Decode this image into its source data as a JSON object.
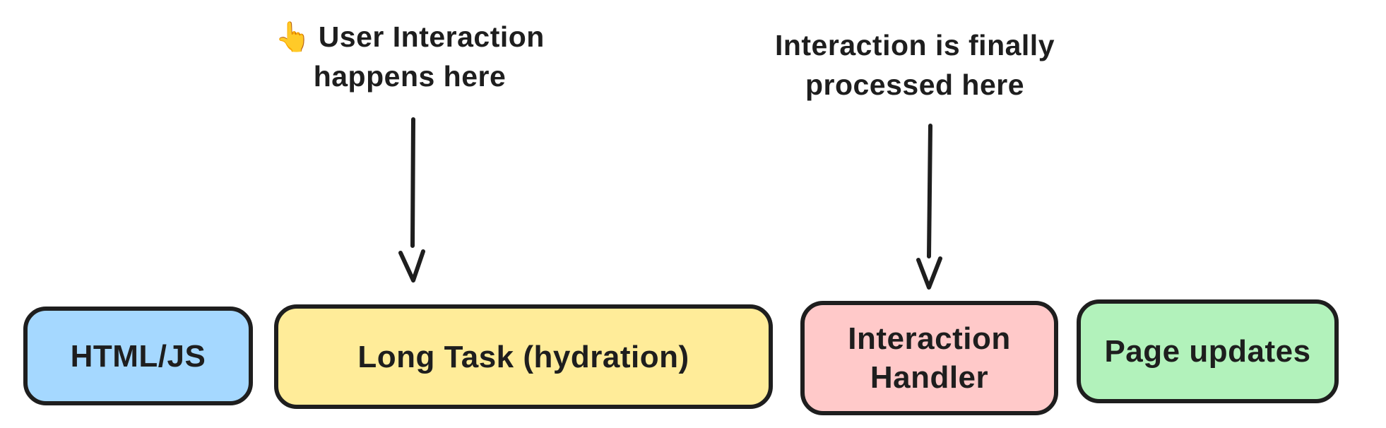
{
  "colors": {
    "stroke": "#1e1e1e",
    "background": "#ffffff",
    "box_blue": "#a5d8ff",
    "box_yellow": "#ffec99",
    "box_pink": "#ffc9c9",
    "box_green": "#b2f2bb"
  },
  "annotations": {
    "user_interaction": {
      "emoji": "👆",
      "line1": "User Interaction",
      "line2": "happens here"
    },
    "processed": {
      "line1": "Interaction is finally",
      "line2": "processed here"
    }
  },
  "boxes": [
    {
      "id": "html-js",
      "label": "HTML/JS",
      "fill": "#a5d8ff"
    },
    {
      "id": "long-task",
      "label": "Long Task (hydration)",
      "fill": "#ffec99"
    },
    {
      "id": "interaction-handler",
      "label": "Interaction Handler",
      "fill": "#ffc9c9"
    },
    {
      "id": "page-updates",
      "label": "Page updates",
      "fill": "#b2f2bb"
    }
  ]
}
